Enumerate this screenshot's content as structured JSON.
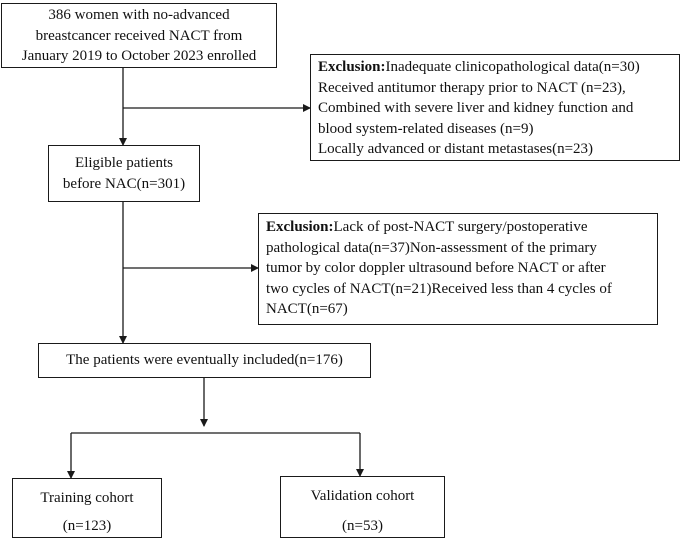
{
  "enrolled": {
    "lines": [
      "386 women with  no-advanced",
      "breastcancer received NACT from",
      "January 2019 to October 2023 enrolled"
    ]
  },
  "exclusion_1": {
    "heading": "Exclusion:",
    "lines": [
      "Inadequate clinicopathological data(n=30)",
      "Received antitumor therapy prior to NACT (n=23),",
      "Combined with severe liver and kidney function and",
      "blood system-related diseases (n=9)",
      "Locally advanced or distant metastases(n=23)"
    ]
  },
  "eligible": {
    "lines": [
      "Eligible patients",
      "before NAC(n=301)"
    ]
  },
  "exclusion_2": {
    "heading": "Exclusion:",
    "lines": [
      "Lack of post-NACT surgery/postoperative",
      "pathological data(n=37)Non-assessment of the primary",
      "tumor by color doppler ultrasound before NACT or after",
      "two cycles of NACT(n=21)Received less than 4 cycles of",
      "NACT(n=67)"
    ]
  },
  "included": {
    "text": "The patients were eventually included(n=176)"
  },
  "training": {
    "label": "Training cohort",
    "count": "(n=123)"
  },
  "validation": {
    "label": "Validation cohort",
    "count": "(n=53)"
  },
  "colors": {
    "stroke": "#1a1a1a",
    "text": "#111111",
    "background": "#ffffff"
  }
}
